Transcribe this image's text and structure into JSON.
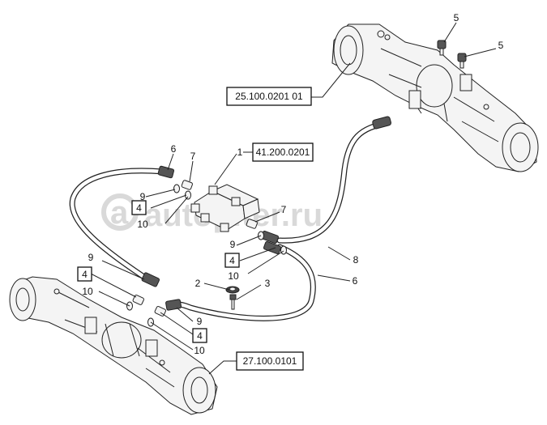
{
  "watermark": "autopiter.ru",
  "references": [
    {
      "id": "ref-rear-axle",
      "label": "25.100.0201 01"
    },
    {
      "id": "ref-valve",
      "label": "41.200.0201"
    },
    {
      "id": "ref-front-axle",
      "label": "27.100.0101"
    }
  ],
  "callouts": [
    {
      "id": "c5a",
      "label": "5"
    },
    {
      "id": "c5b",
      "label": "5"
    },
    {
      "id": "c1",
      "label": "1"
    },
    {
      "id": "c6a",
      "label": "6"
    },
    {
      "id": "c7a",
      "label": "7"
    },
    {
      "id": "c9a",
      "label": "9"
    },
    {
      "id": "c4a",
      "label": "4"
    },
    {
      "id": "c10a",
      "label": "10"
    },
    {
      "id": "c7b",
      "label": "7"
    },
    {
      "id": "c9b",
      "label": "9"
    },
    {
      "id": "c4b",
      "label": "4"
    },
    {
      "id": "c10b",
      "label": "10"
    },
    {
      "id": "c8",
      "label": "8"
    },
    {
      "id": "c6b",
      "label": "6"
    },
    {
      "id": "c9c",
      "label": "9"
    },
    {
      "id": "c4c",
      "label": "4"
    },
    {
      "id": "c10c",
      "label": "10"
    },
    {
      "id": "c2",
      "label": "2"
    },
    {
      "id": "c3",
      "label": "3"
    },
    {
      "id": "c9d",
      "label": "9"
    },
    {
      "id": "c4d",
      "label": "4"
    },
    {
      "id": "c10d",
      "label": "10"
    }
  ]
}
